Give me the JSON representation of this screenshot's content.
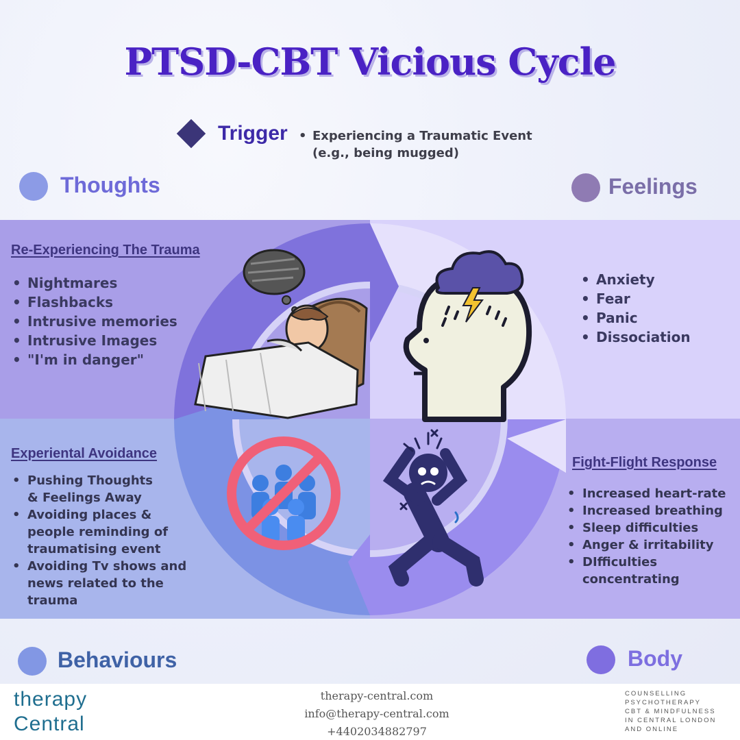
{
  "title": "PTSD-CBT Vicious Cycle",
  "trigger": {
    "label": "Trigger",
    "line1": "Experiencing a Traumatic Event",
    "line2": "(e.g., being mugged)"
  },
  "corners": {
    "thoughts": "Thoughts",
    "feelings": "Feelings",
    "behaviours": "Behaviours",
    "body": "Body"
  },
  "thoughts": {
    "heading": "Re-Experiencing The Trauma",
    "items": [
      "Nightmares",
      "Flashbacks",
      "Intrusive memories",
      "Intrusive Images",
      "\"I'm in danger\""
    ]
  },
  "feelings": {
    "items": [
      "Anxiety",
      "Fear",
      "Panic",
      "Dissociation"
    ]
  },
  "behaviours": {
    "heading": "Experiental Avoidance",
    "items": [
      {
        "line1": "Pushing Thoughts",
        "line2": "& Feelings Away",
        "line3": ""
      },
      {
        "line1": "Avoiding places &",
        "line2": "people reminding of",
        "line3": "traumatising event"
      },
      {
        "line1": "Avoiding Tv shows and",
        "line2": "news related to the",
        "line3": "trauma"
      }
    ]
  },
  "body": {
    "heading": "Fight-Flight Response",
    "items": [
      {
        "line1": "Increased heart-rate",
        "line2": ""
      },
      {
        "line1": "Increased breathing",
        "line2": ""
      },
      {
        "line1": "Sleep difficulties",
        "line2": ""
      },
      {
        "line1": "Anger & irritability",
        "line2": ""
      },
      {
        "line1": "DIfficulties",
        "line2": "concentrating"
      }
    ]
  },
  "footer": {
    "logo_line1": "therapy",
    "logo_line2": "Central",
    "website": "therapy-central.com",
    "email": "info@therapy-central.com",
    "phone": "+4402034882797",
    "tagline": [
      "COUNSELLING",
      "PSYCHOTHERAPY",
      "CBT & MINDFULNESS",
      "IN CENTRAL LONDON",
      "AND ONLINE"
    ]
  },
  "colors": {
    "title": "#4a22c4",
    "thoughts": "#6e6ad8",
    "feelings": "#7a6ea8",
    "behaviours": "#3f62a6",
    "body": "#7d6fe0",
    "logo": "#1f6e8f"
  },
  "icons": [
    "bed-nightmare-icon",
    "thunder-head-icon",
    "no-people-icon",
    "stressed-person-icon",
    "diamond-icon"
  ]
}
